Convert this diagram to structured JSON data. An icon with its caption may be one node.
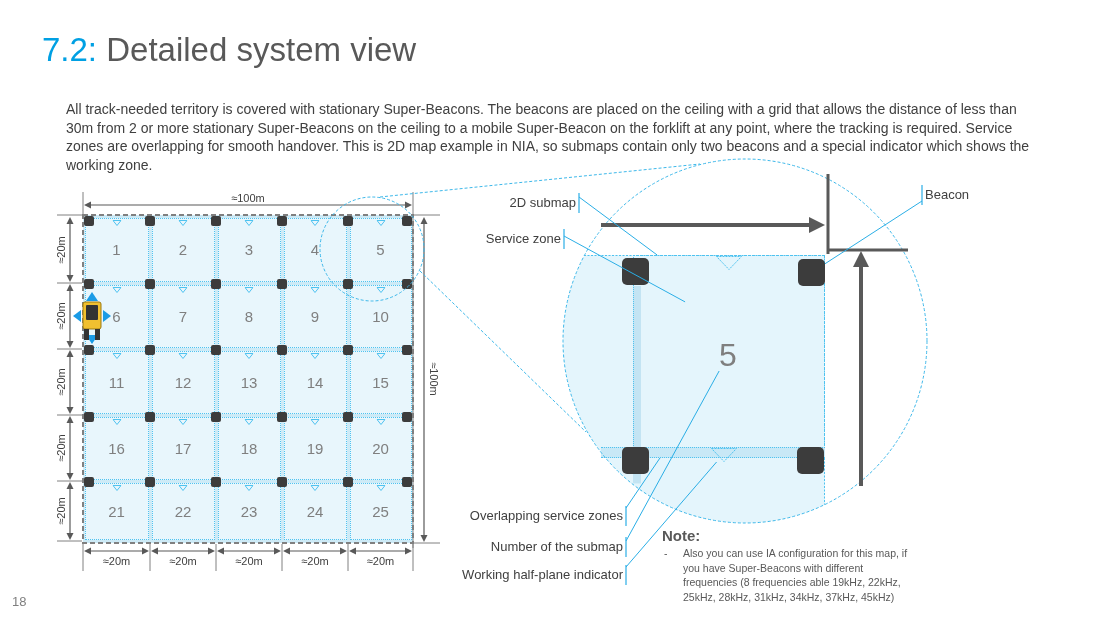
{
  "diagram": {
    "title": "7.2: Detailed system view",
    "nodes": [
      {
        "text": [
          "1"
        ]
      },
      {
        "text": [
          "2"
        ]
      },
      {
        "text": [
          "3"
        ]
      },
      {
        "text": [
          "4"
        ]
      },
      {
        "text": [
          "5"
        ]
      },
      {
        "text": [
          "6"
        ]
      },
      {
        "text": [
          "7"
        ]
      },
      {
        "text": [
          "8"
        ]
      },
      {
        "text": [
          "9"
        ]
      },
      {
        "text": [
          "10"
        ]
      },
      {
        "text": [
          "11"
        ]
      },
      {
        "text": [
          "12"
        ]
      },
      {
        "text": [
          "13"
        ]
      },
      {
        "text": [
          "14"
        ]
      },
      {
        "text": [
          "15"
        ]
      },
      {
        "text": [
          "16"
        ]
      },
      {
        "text": [
          "17"
        ]
      },
      {
        "text": [
          "18"
        ]
      },
      {
        "text": [
          "19"
        ]
      },
      {
        "text": [
          "20"
        ]
      },
      {
        "text": [
          "21"
        ]
      },
      {
        "text": [
          "22"
        ]
      },
      {
        "text": [
          "23"
        ]
      },
      {
        "text": [
          "24"
        ]
      },
      {
        "text": [
          "25"
        ]
      },
      {
        "text": [],
        "shape": "box"
      },
      {
        "text": [],
        "shape": "box",
        "in": 25
      },
      {
        "text": [
          "5"
        ],
        "in": 26
      },
      {
        "text": [],
        "shape": "box",
        "in": 26
      },
      {
        "text": [],
        "shape": "bar",
        "in": 25
      },
      {
        "text": [],
        "shape": "triangle",
        "in": 25
      },
      {
        "text": [
          "2D submap"
        ]
      },
      {
        "text": [
          "Service zone"
        ]
      },
      {
        "text": [
          "Beacon"
        ]
      },
      {
        "text": [
          "Overlapping service zones"
        ]
      },
      {
        "text": [
          "Number of the submap"
        ]
      },
      {
        "text": [
          "Working half-plane indicator"
        ]
      }
    ],
    "edges": [
      {
        "from": 31,
        "to": 26,
        "arrow": "other"
      },
      {
        "from": 32,
        "to": 25,
        "arrow": "other"
      },
      {
        "from": 33,
        "to": 28,
        "arrow": "other"
      },
      {
        "from": 34,
        "to": 29,
        "arrow": "other"
      },
      {
        "from": 35,
        "to": 27,
        "arrow": "other"
      },
      {
        "from": 36,
        "to": 30,
        "arrow": "other"
      }
    ],
    "labels": [
      "All track-needed territory is covered with stationary Super-Beacons. The beacons are placed on the ceiling with a grid that allows the distance of less than 30m from 2 or more stationary Super-Beacons on the ceiling to a mobile Super-Beacon on the forklift at any point, where the tracking is required. Service zones are overlapping for smooth handover. This is 2D map example in NIA, so submaps contain only two beacons and a special indicator which shows the working zone.",
      "≈100m",
      "≈20m",
      "≈20m",
      "≈20m",
      "≈20m",
      "≈20m",
      "≈100m",
      "≈20m",
      "≈20m",
      "≈20m",
      "≈20m",
      "≈20m",
      "Note:",
      "-",
      "Also you can use IA configuration for this map, if you have Super-Beacons with different frequencies (8 frequencies able 19kHz, 22kHz, 25kHz, 28kHz, 31kHz, 34kHz, 37kHz, 45kHz)",
      "18"
    ]
  }
}
